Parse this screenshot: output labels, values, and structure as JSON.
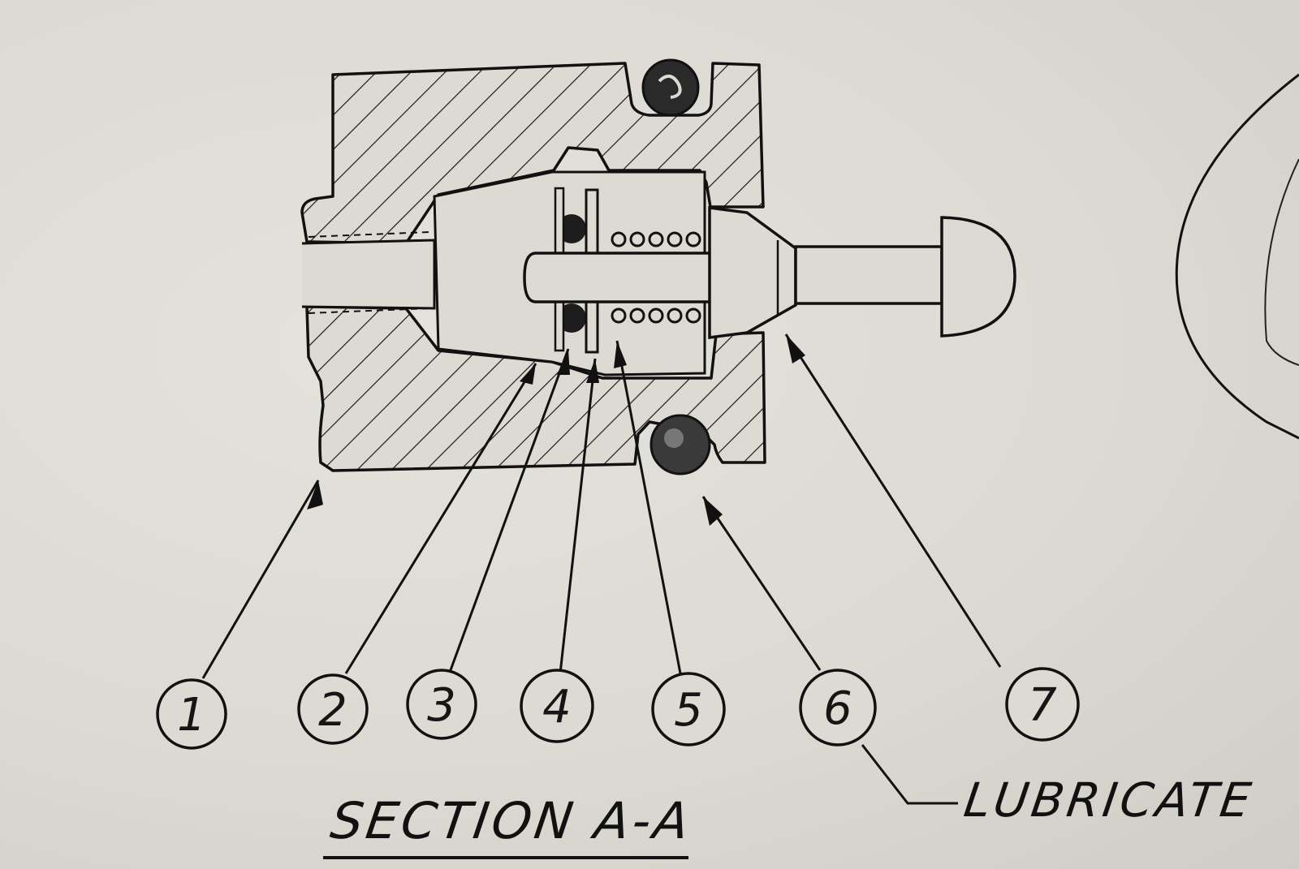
{
  "drawing": {
    "section_title": "SECTION A-A",
    "note_text": "LUBRICATE",
    "callouts": [
      {
        "id": "callout-1",
        "label": "1"
      },
      {
        "id": "callout-2",
        "label": "2"
      },
      {
        "id": "callout-3",
        "label": "3"
      },
      {
        "id": "callout-4",
        "label": "4"
      },
      {
        "id": "callout-5",
        "label": "5"
      },
      {
        "id": "callout-6",
        "label": "6"
      },
      {
        "id": "callout-7",
        "label": "7"
      }
    ],
    "colors": {
      "paper": "#dcdad3",
      "ink": "#111111"
    }
  }
}
